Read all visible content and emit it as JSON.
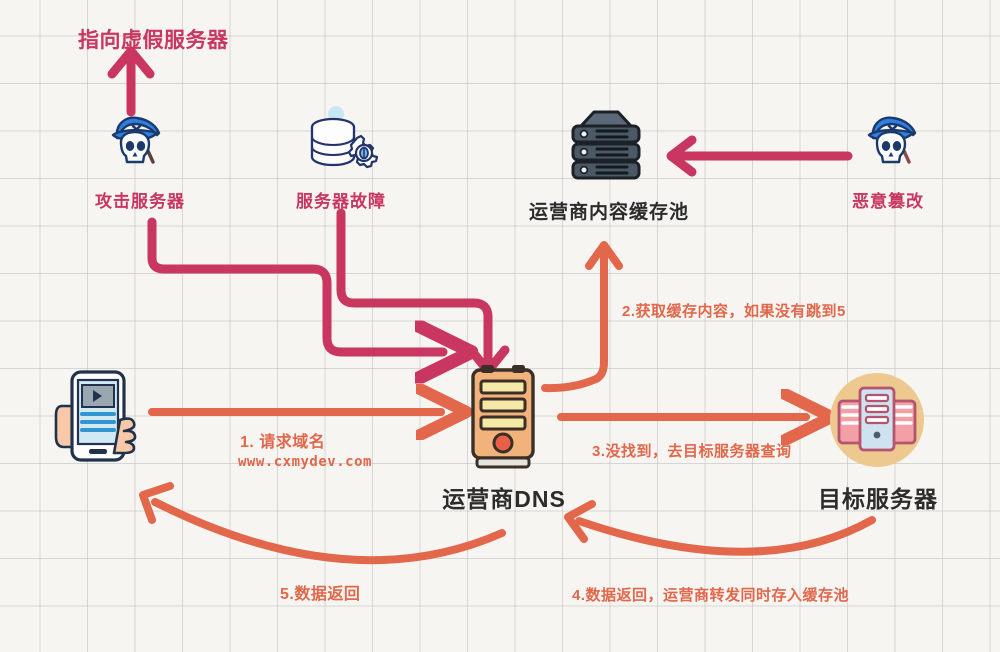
{
  "diagram": {
    "title_note": "运营商DNS劫持与缓存流程图",
    "colors": {
      "crimson": "#c9365f",
      "orange": "#e2674b",
      "paper": "#f6f5f2",
      "grid": "#bebebc",
      "dark": "#2c2c2c"
    }
  },
  "nodes": [
    {
      "id": "attack_server",
      "label": "攻击服务器",
      "icon": "pirate-skull-icon",
      "label_color": "#c9365f"
    },
    {
      "id": "server_fault",
      "label": "服务器故障",
      "icon": "database-gear-bug-icon",
      "label_color": "#c9365f"
    },
    {
      "id": "cache_pool",
      "label": "运营商内容缓存池",
      "icon": "server-stack-icon",
      "label_color": "#2c2c2c"
    },
    {
      "id": "malicious_edit",
      "label": "恶意篡改",
      "icon": "pirate-skull-icon",
      "label_color": "#c9365f"
    },
    {
      "id": "user_phone",
      "label": "",
      "icon": "hand-holding-phone-video-icon",
      "label_color": "#2c2c2c"
    },
    {
      "id": "isp_dns",
      "label": "运营商DNS",
      "icon": "dns-tower-server-icon",
      "label_color": "#2c2c2c"
    },
    {
      "id": "target_server",
      "label": "目标服务器",
      "icon": "target-server-rack-icon",
      "label_color": "#2c2c2c"
    }
  ],
  "annotations": {
    "point_to_fake": "指向虚假服务器",
    "step1_line1": "1. 请求域名",
    "step1_line2": "www.cxmydev.com",
    "step2": "2.获取缓存内容，如果没有跳到5",
    "step3": "3.没找到，去目标服务器查询",
    "step4": "4.数据返回，运营商转发同时存入缓存池",
    "step5": "5.数据返回"
  },
  "flows": [
    {
      "id": "flow-point-fake",
      "from": "attack_server",
      "to": "指向虚假服务器",
      "color": "#c9365f"
    },
    {
      "id": "flow-attack-to-dns",
      "from": "attack_server",
      "to": "isp_dns",
      "color": "#c9365f"
    },
    {
      "id": "flow-fault-to-dns",
      "from": "server_fault",
      "to": "isp_dns",
      "color": "#c9365f"
    },
    {
      "id": "flow-tamper-to-cache",
      "from": "malicious_edit",
      "to": "cache_pool",
      "color": "#c9365f"
    },
    {
      "id": "flow-phone-to-dns",
      "from": "user_phone",
      "to": "isp_dns",
      "color": "#e2674b"
    },
    {
      "id": "flow-dns-to-cache",
      "from": "isp_dns",
      "to": "cache_pool",
      "color": "#e2674b"
    },
    {
      "id": "flow-dns-to-target",
      "from": "isp_dns",
      "to": "target_server",
      "color": "#e2674b"
    },
    {
      "id": "flow-target-to-dns",
      "from": "target_server",
      "to": "isp_dns",
      "color": "#e2674b"
    },
    {
      "id": "flow-dns-to-phone",
      "from": "isp_dns",
      "to": "user_phone",
      "color": "#e2674b"
    }
  ]
}
